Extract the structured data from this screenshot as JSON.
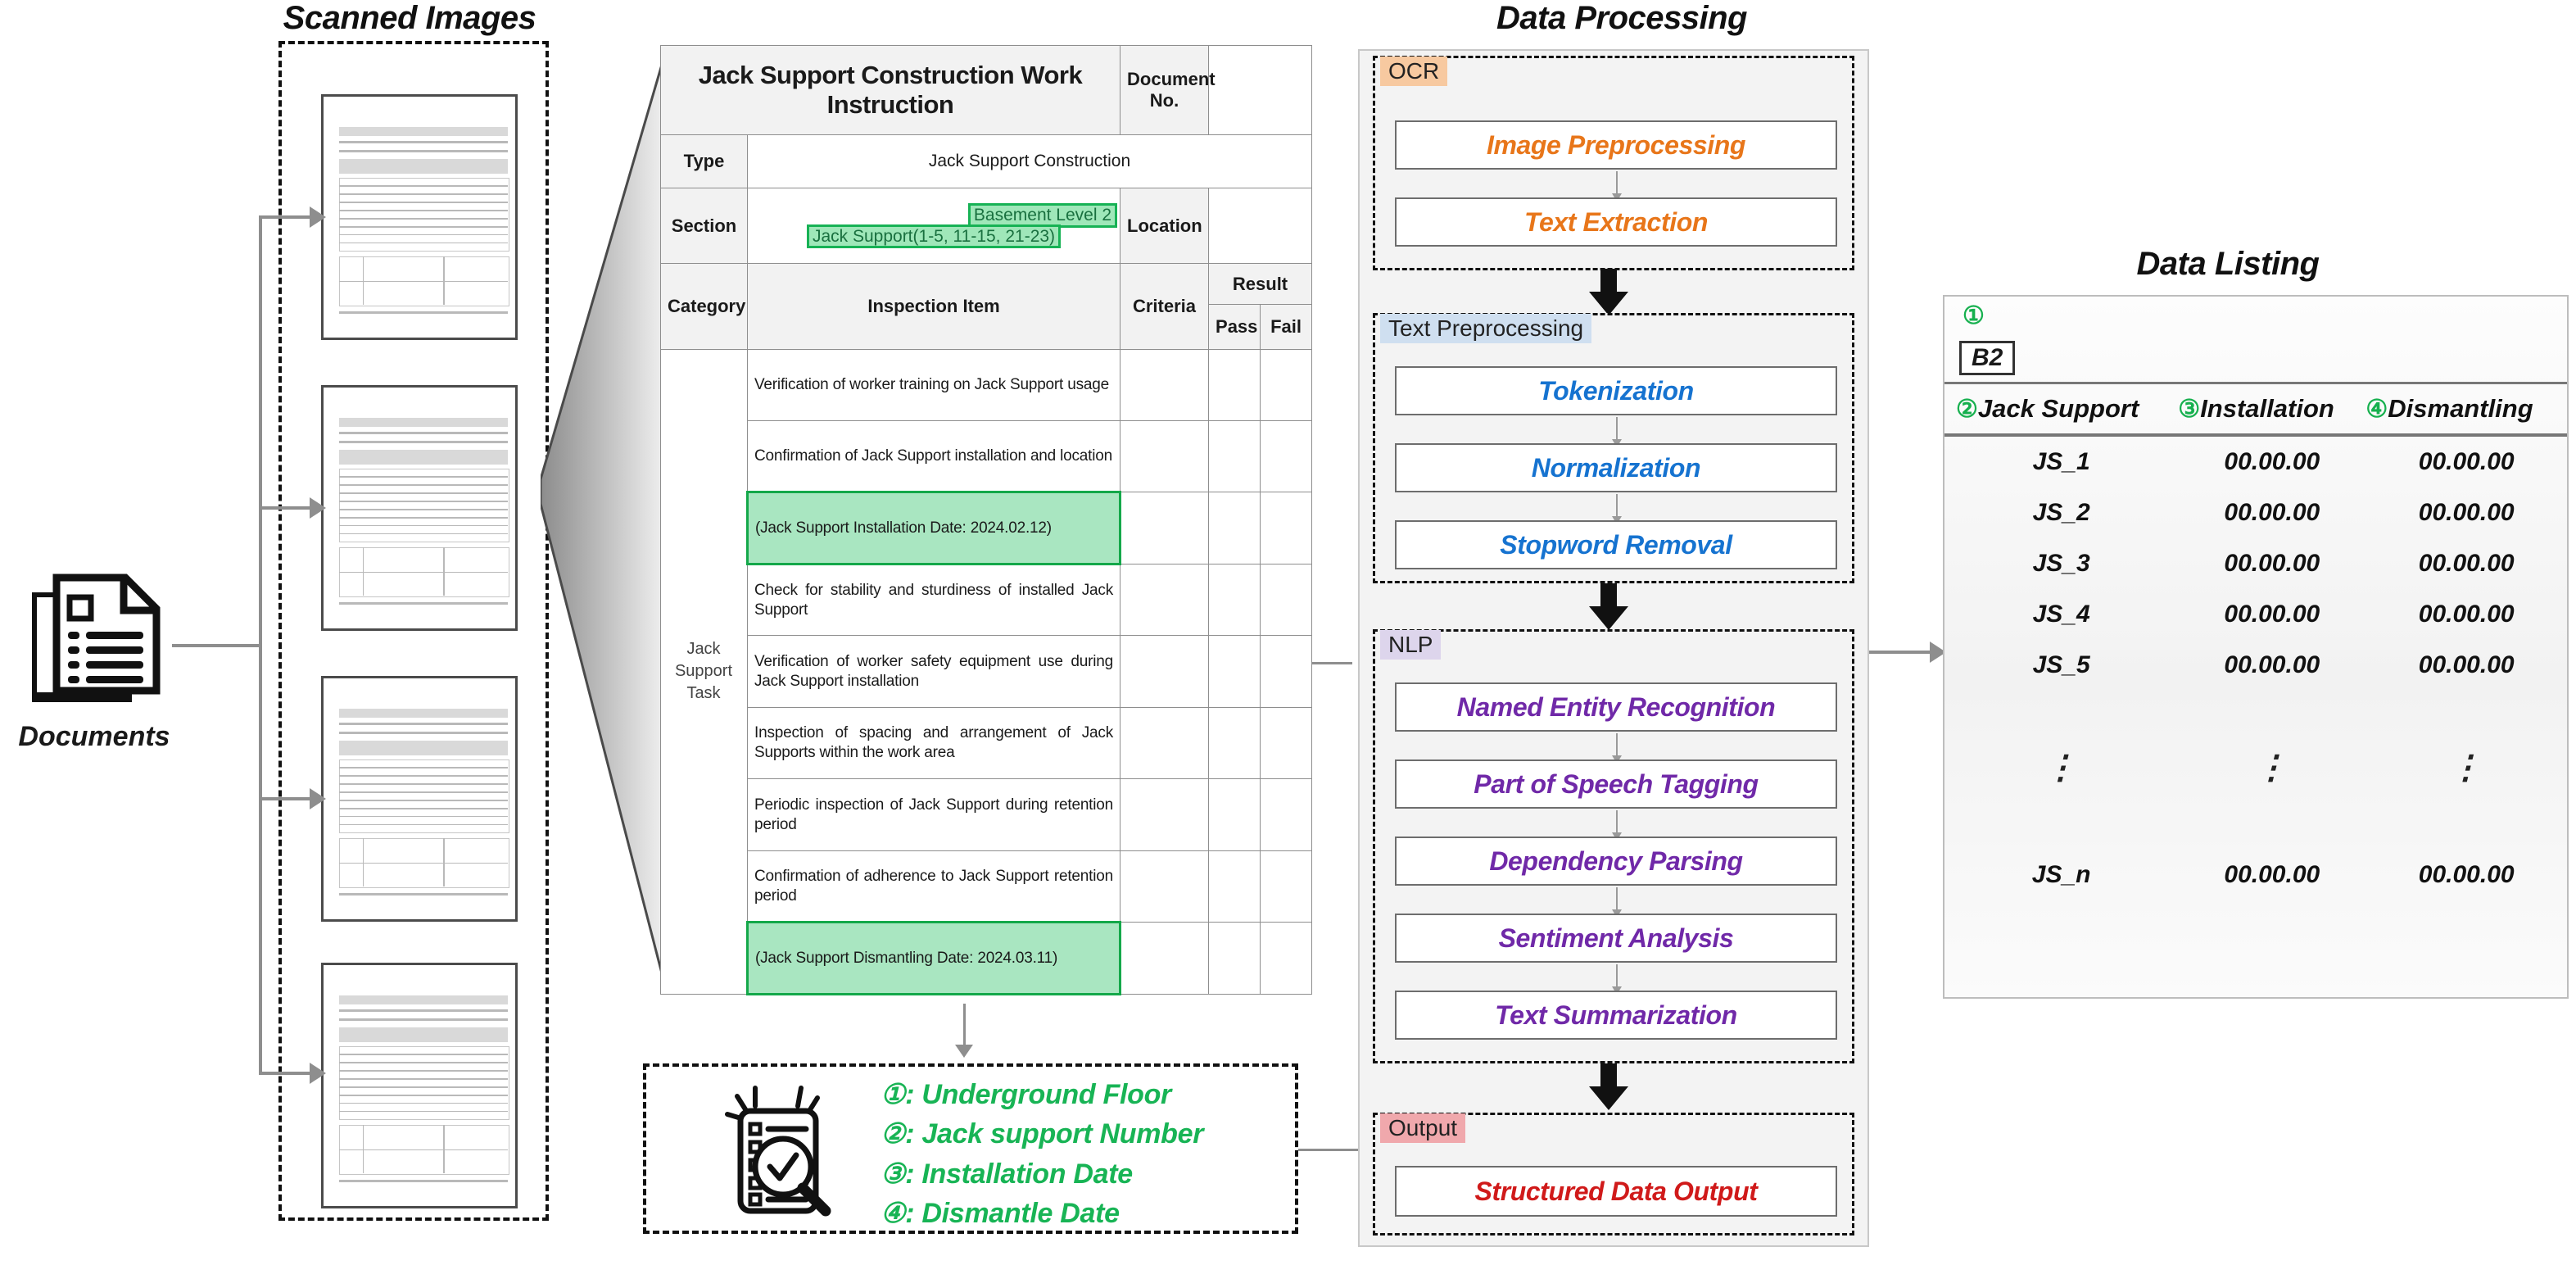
{
  "sections": {
    "scanned_images_title": "Scanned Images",
    "data_processing_title": "Data Processing",
    "data_listing_title": "Data Listing",
    "documents_label": "Documents"
  },
  "instruction_table": {
    "title": "Jack Support Construction Work Instruction",
    "document_no_label": "Document No.",
    "type_label": "Type",
    "type_value": "Jack Support Construction",
    "section_label": "Section",
    "section_value_line1": "Basement Level 2",
    "section_value_line2": "Jack Support(1-5, 11-15, 21-23)",
    "location_label": "Location",
    "category_label": "Category",
    "inspection_item_label": "Inspection Item",
    "criteria_label": "Criteria",
    "result_label": "Result",
    "pass_label": "Pass",
    "fail_label": "Fail",
    "category_value": "Jack Support Task",
    "rows": [
      {
        "text": "Verification of worker training on Jack Support usage",
        "highlight": false
      },
      {
        "text": "Confirmation of Jack Support installation and location",
        "highlight": false
      },
      {
        "text": "(Jack Support Installation Date: 2024.02.12)",
        "highlight": true
      },
      {
        "text": "Check for stability and sturdiness of installed Jack Support",
        "highlight": false
      },
      {
        "text": "Verification of worker safety equipment use during Jack Support installation",
        "highlight": false
      },
      {
        "text": "Inspection of spacing and arrangement of Jack Supports within the work area",
        "highlight": false
      },
      {
        "text": "Periodic inspection of Jack Support during retention period",
        "highlight": false
      },
      {
        "text": "Confirmation of adherence to Jack Support retention period",
        "highlight": false
      },
      {
        "text": "(Jack Support Dismantling Date: 2024.03.11)",
        "highlight": true
      }
    ]
  },
  "pipeline": {
    "stages": [
      {
        "tag": "OCR",
        "tag_color": "#f7c9a0",
        "text_color": "#e8761a",
        "nodes": [
          "Image Preprocessing",
          "Text Extraction"
        ]
      },
      {
        "tag": "Text Preprocessing",
        "tag_color": "#cfdff0",
        "text_color": "#1673d0",
        "nodes": [
          "Tokenization",
          "Normalization",
          "Stopword Removal"
        ]
      },
      {
        "tag": "NLP",
        "tag_color": "#ddd5ec",
        "text_color": "#7029a8",
        "nodes": [
          "Named Entity Recognition",
          "Part of Speech Tagging",
          "Dependency Parsing",
          "Sentiment Analysis",
          "Text Summarization"
        ]
      },
      {
        "tag": "Output",
        "tag_color": "#f0a8ac",
        "text_color": "#d01a1a",
        "nodes": [
          "Structured Data Output"
        ]
      }
    ]
  },
  "data_listing": {
    "corner_marker": "①",
    "cell_ref": "B2",
    "headers": [
      {
        "marker": "②",
        "label": "Jack Support"
      },
      {
        "marker": "③",
        "label": "Installation"
      },
      {
        "marker": "④",
        "label": "Dismantling"
      }
    ],
    "rows": [
      [
        "JS_1",
        "00.00.00",
        "00.00.00"
      ],
      [
        "JS_2",
        "00.00.00",
        "00.00.00"
      ],
      [
        "JS_3",
        "00.00.00",
        "00.00.00"
      ],
      [
        "JS_4",
        "00.00.00",
        "00.00.00"
      ],
      [
        "JS_5",
        "00.00.00",
        "00.00.00"
      ]
    ],
    "ellipsis": "⋮",
    "last_row": [
      "JS_n",
      "00.00.00",
      "00.00.00"
    ]
  },
  "legend": {
    "items": [
      {
        "marker": "①",
        "text": ": Underground Floor"
      },
      {
        "marker": "②",
        "text": ": Jack support Number"
      },
      {
        "marker": "③",
        "text": ": Installation Date"
      },
      {
        "marker": "④",
        "text": ": Dismantle Date"
      }
    ],
    "color": "#18b455"
  },
  "colors": {
    "green_highlight": "#9fe7b9",
    "green_border": "#17b255",
    "green_text": "#18b455"
  }
}
